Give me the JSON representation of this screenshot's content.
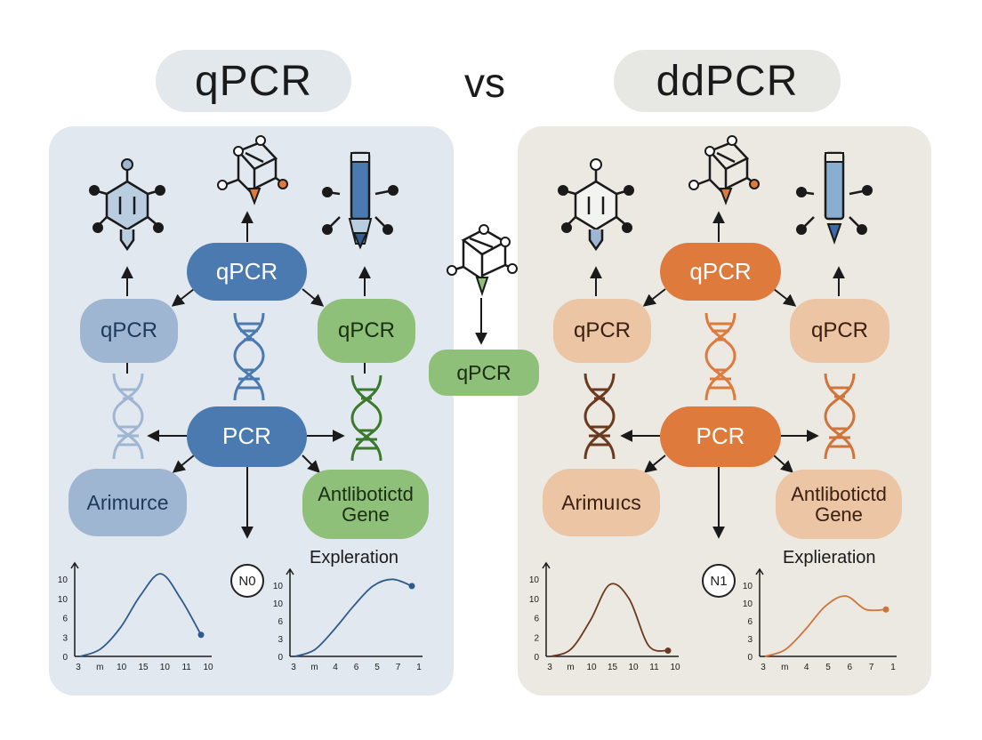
{
  "header": {
    "left_title": "qPCR",
    "vs_label": "vs",
    "right_title": "ddPCR"
  },
  "colors": {
    "qpcr_blue": "#4a7ab0",
    "qpcr_light_blue": "#9fb6d2",
    "qpcr_green": "#8fc07a",
    "ddpcr_orange": "#de7a3c",
    "ddpcr_peach": "#ebc5a4",
    "panel_left": "#e2e8ef",
    "panel_right": "#ebe9e2"
  },
  "left_panel": {
    "top_node": "qPCR",
    "left_node": "qPCR",
    "right_node": "qPCR",
    "center_node": "PCR",
    "bottom_left_node": "Arimurce",
    "bottom_right_node": "Antlibotictd Gene",
    "circle_label": "N0",
    "chart_caption": "Expleration"
  },
  "middle": {
    "node": "qPCR"
  },
  "right_panel": {
    "top_node": "qPCR",
    "left_node": "qPCR",
    "right_node": "qPCR",
    "center_node": "PCR",
    "bottom_left_node": "Arimuıcs",
    "bottom_right_node": "Antlibotictd Gene",
    "circle_label": "N1",
    "chart_caption": "Explieration"
  },
  "chart_data": [
    {
      "type": "line",
      "x_ticks": [
        "3",
        "m",
        "10",
        "15",
        "10",
        "11",
        "10"
      ],
      "y_ticks": [
        "10",
        "10",
        "6",
        "3",
        "0"
      ],
      "x": [
        0,
        1,
        2,
        3,
        4,
        5,
        6
      ],
      "y": [
        0,
        1,
        4,
        8.5,
        11.5,
        8,
        3
      ],
      "color": "#2e5a8c"
    },
    {
      "type": "line",
      "x_ticks": [
        "3",
        "m",
        "4",
        "6",
        "5",
        "7",
        "1"
      ],
      "y_ticks": [
        "10",
        "10",
        "6",
        "3",
        "0"
      ],
      "x": [
        0,
        1,
        2,
        3,
        4,
        5,
        6
      ],
      "y": [
        0,
        1,
        4,
        7.5,
        10.5,
        11.5,
        10.5
      ],
      "color": "#2e5a8c"
    },
    {
      "type": "line",
      "x_ticks": [
        "3",
        "m",
        "10",
        "15",
        "10",
        "11",
        "10"
      ],
      "y_ticks": [
        "10",
        "10",
        "6",
        "2",
        "0"
      ],
      "x": [
        0,
        1,
        2,
        3,
        4,
        5,
        6
      ],
      "y": [
        0,
        1,
        5,
        10,
        8,
        1.5,
        0.8
      ],
      "color": "#6b3a1e"
    },
    {
      "type": "line",
      "x_ticks": [
        "3",
        "m",
        "4",
        "5",
        "6",
        "7",
        "1"
      ],
      "y_ticks": [
        "10",
        "10",
        "6",
        "3",
        "0"
      ],
      "x": [
        0,
        1,
        2,
        3,
        4,
        5,
        6
      ],
      "y": [
        0,
        1,
        4,
        7.5,
        9,
        7,
        7
      ],
      "color": "#d0743a"
    }
  ]
}
